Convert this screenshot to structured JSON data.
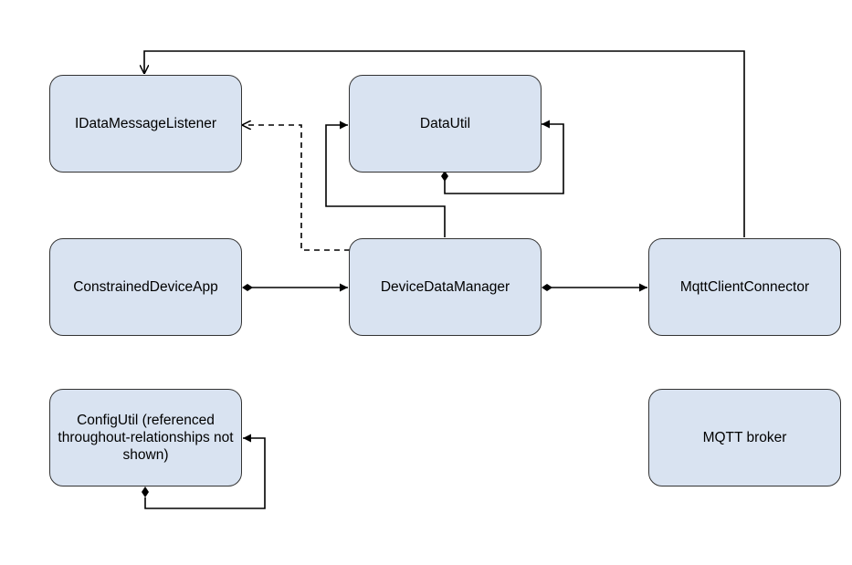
{
  "nodes": {
    "listener": "IDataMessageListener",
    "datautil": "DataUtil",
    "app": "ConstrainedDeviceApp",
    "manager": "DeviceDataManager",
    "mqtt": "MqttClientConnector",
    "config": "ConfigUtil (referenced throughout-relationships not shown)",
    "broker": "MQTT broker"
  },
  "colors": {
    "node_fill": "#d9e3f1",
    "node_border": "#333333",
    "line": "#000000"
  }
}
